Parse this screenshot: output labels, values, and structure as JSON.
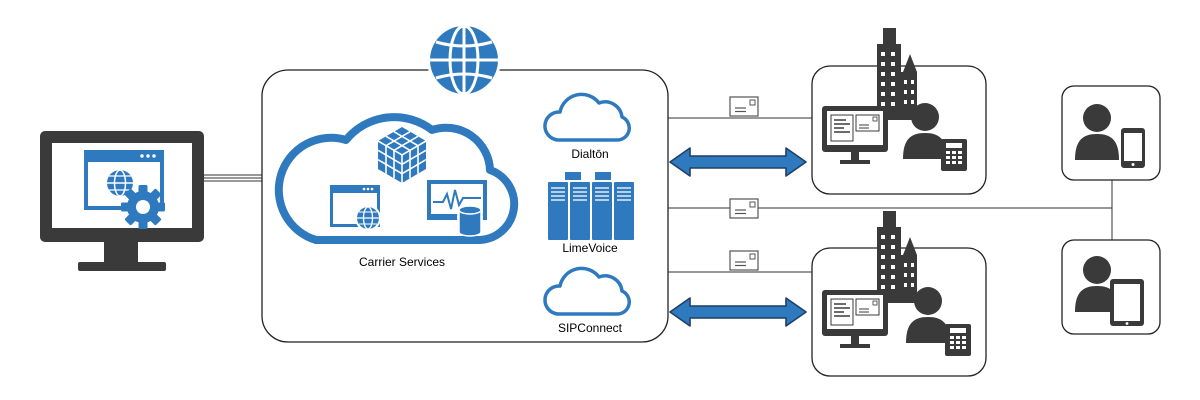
{
  "colors": {
    "primary_blue": "#2f7abf",
    "dark_gray": "#3a3a3a",
    "connector": "#333333",
    "box_border": "#222222",
    "background": "#ffffff"
  },
  "labels": {
    "carrier_services": "Carrier Services",
    "dialton": "Dialtōn",
    "limevoice": "LimeVoice",
    "sipconnect": "SIPConnect"
  },
  "icons": [
    "globe-icon",
    "desktop-monitor-icon",
    "browser-window-icon",
    "gear-icon",
    "cloud-icon",
    "cube-grid-icon",
    "database-icon",
    "activity-monitor-icon",
    "server-rack-icon",
    "envelope-icon",
    "office-building-icon",
    "person-icon",
    "desk-phone-icon",
    "smartphone-icon",
    "tablet-icon",
    "bidirectional-arrow-icon"
  ]
}
